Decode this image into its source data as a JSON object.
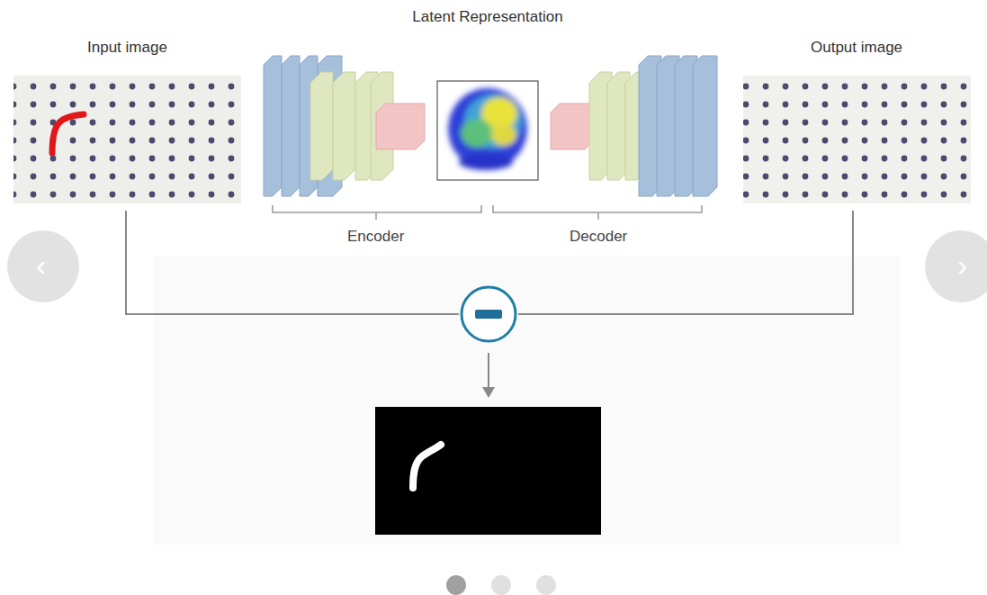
{
  "diagram": {
    "nodes": [
      {
        "text": [
          "Input image"
        ]
      },
      {
        "text": [
          "Latent Representation"
        ]
      },
      {
        "text": [
          "Output image"
        ]
      }
    ],
    "labels": [
      "Encoder",
      "Decoder",
      "‹",
      "›"
    ]
  }
}
